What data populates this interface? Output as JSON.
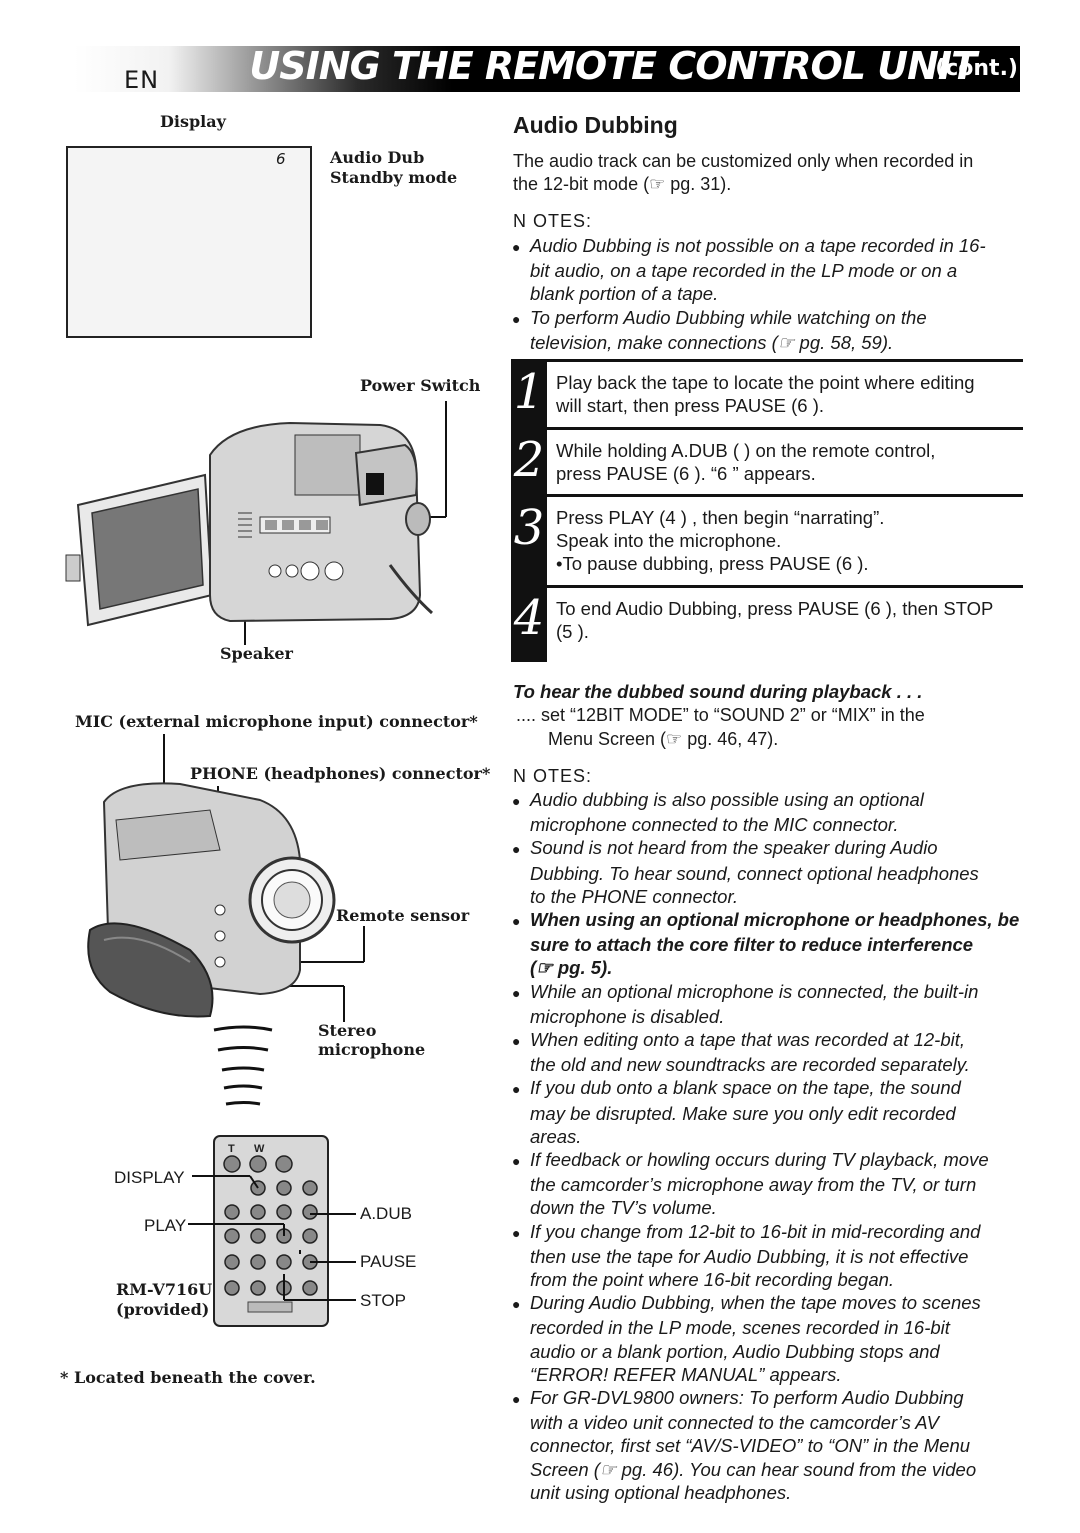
{
  "header": {
    "lang": "EN",
    "title": "USING THE REMOTE CONTROL UNIT",
    "title_suffix": "(cont.)"
  },
  "left": {
    "display_label": "Display",
    "display_indicator": "6",
    "display_annotation": [
      "Audio Dub",
      "Standby mode"
    ],
    "power_switch": "Power Switch",
    "speaker": "Speaker",
    "mic_connector": "MIC (external microphone input) connector*",
    "phone_connector": "PHONE (headphones) connector*",
    "remote_sensor": "Remote sensor",
    "stereo_mic": [
      "Stereo",
      "microphone"
    ],
    "remote_display": "DISPLAY",
    "remote_play": "PLAY",
    "remote_adub": "A.DUB",
    "remote_pause": "PAUSE",
    "remote_stop": "STOP",
    "remote_model": "RM-V716U",
    "remote_provided": "(provided)",
    "remote_tw_t": "T",
    "remote_tw_w": "W",
    "footnote": "* Located beneath the cover."
  },
  "right": {
    "section_title": "Audio Dubbing",
    "intro": [
      "The audio track can be customized only when recorded in",
      "the 12-bit mode (☞ pg. 31)."
    ],
    "notes_heading": "N OTES:",
    "notes_1": [
      [
        "Audio Dubbing is not possible on a tape recorded in 16-",
        "bit audio, on a tape recorded in the LP mode or on a",
        "blank portion of a tape."
      ],
      [
        "To perform Audio Dubbing while watching on the",
        "television, make connections (☞ pg. 58, 59)."
      ]
    ],
    "steps": [
      {
        "num": "1",
        "lines": [
          "Play back the tape to locate the point where editing",
          "will start, then press PAUSE (6 )."
        ]
      },
      {
        "num": "2",
        "lines": [
          "While holding A.DUB (    ) on the remote control,",
          "press PAUSE (6 ). “6    ” appears."
        ]
      },
      {
        "num": "3",
        "lines": [
          "Press PLAY (4 ) , then begin “narrating”.",
          "Speak into the microphone.",
          "•To pause dubbing, press PAUSE (6 )."
        ]
      },
      {
        "num": "4",
        "lines": [
          "To end Audio Dubbing, press PAUSE (6 ), then STOP",
          "(5 )."
        ]
      }
    ],
    "subhead": "To hear the dubbed sound during playback . . .",
    "subhead_body": [
      ".... set “12BIT MODE” to “SOUND 2” or “MIX” in the",
      "Menu Screen (☞ pg. 46, 47)."
    ],
    "notes_heading_2": "N OTES:",
    "notes_2": [
      {
        "bold": false,
        "lines": [
          "Audio dubbing is also possible using an optional",
          "microphone connected to the MIC connector."
        ]
      },
      {
        "bold": false,
        "lines": [
          "Sound is not heard from the speaker during Audio",
          "Dubbing. To hear sound, connect optional headphones",
          "to the PHONE connector."
        ]
      },
      {
        "bold": true,
        "lines": [
          "When using an optional microphone or headphones, be",
          "sure to attach the core filter to reduce interference",
          "(☞ pg. 5)."
        ]
      },
      {
        "bold": false,
        "lines": [
          "While an optional microphone is connected, the built-in",
          "microphone is disabled."
        ]
      },
      {
        "bold": false,
        "lines": [
          "When editing onto a tape that was recorded at 12-bit,",
          "the old and new soundtracks are recorded separately."
        ]
      },
      {
        "bold": false,
        "lines": [
          "If you dub onto a blank space on the tape, the sound",
          "may be disrupted. Make sure you only edit recorded",
          "areas."
        ]
      },
      {
        "bold": false,
        "lines": [
          "If feedback or howling occurs during TV playback, move",
          "the camcorder’s microphone away from the TV, or turn",
          "down the TV’s volume."
        ]
      },
      {
        "bold": false,
        "lines": [
          "If you change from 12-bit to 16-bit  in mid-recording and",
          "then use the tape for Audio Dubbing, it is not effective",
          "from the point where 16-bit recording began."
        ]
      },
      {
        "bold": false,
        "lines": [
          "During Audio Dubbing, when the tape moves to scenes",
          "recorded in the LP mode, scenes recorded in 16-bit",
          "audio or a blank portion, Audio Dubbing stops and",
          "“ERROR! REFER MANUAL” appears."
        ]
      },
      {
        "bold": false,
        "lines": [
          "For GR-DVL9800 owners: To perform Audio Dubbing",
          "with a video unit connected to the camcorder’s AV",
          "connector, first set “AV/S-VIDEO” to “ON” in the Menu",
          "Screen (☞ pg. 46). You can hear sound from the video",
          "unit using optional headphones."
        ]
      }
    ],
    "bullet": "●"
  }
}
